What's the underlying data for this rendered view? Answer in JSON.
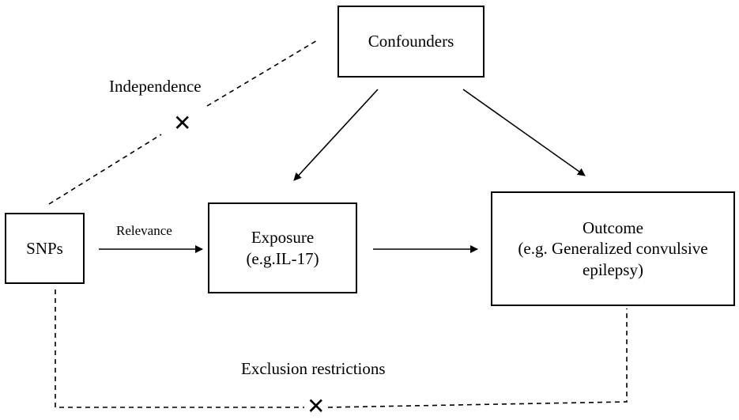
{
  "nodes": {
    "confounders": "Confounders",
    "snps": "SNPs",
    "exposure": {
      "line1": "Exposure",
      "line2": "(e.g.IL-17)"
    },
    "outcome": {
      "line1": "Outcome",
      "line2": "(e.g. Generalized convulsive",
      "line3": "epilepsy)"
    }
  },
  "labels": {
    "independence": "Independence",
    "relevance": "Relevance",
    "exclusion": "Exclusion restrictions"
  },
  "marks": {
    "violation_symbol": "✕"
  }
}
